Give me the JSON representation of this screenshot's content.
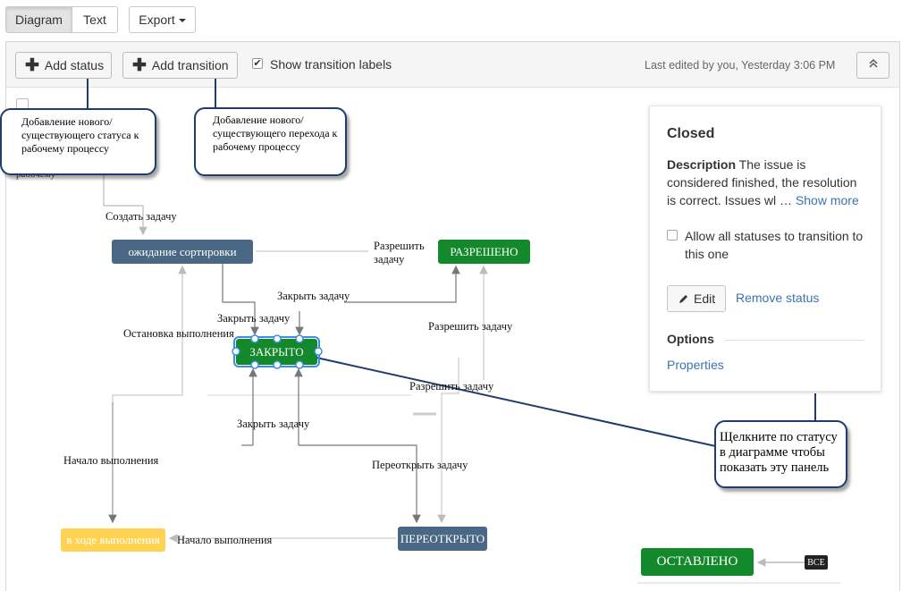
{
  "view_tabs": {
    "diagram": "Diagram",
    "text": "Text",
    "export": "Export"
  },
  "toolbar": {
    "add_status": "Add status",
    "add_transition": "Add transition",
    "show_labels": "Show transition labels",
    "show_labels_checked": true,
    "last_edited": "Last edited by you, Yesterday 3:06 PM"
  },
  "nodes": {
    "waiting": "ожидание сортировки",
    "resolved": "РАЗРЕШЕНО",
    "closed": "ЗАКРЫТО",
    "in_progress": "в ходе выполнения",
    "reopened": "ПЕРЕОТКРЫТО",
    "left": "ОСТАВЛЕНО",
    "all": "ВСЕ"
  },
  "transitions": {
    "create": "Создать задачу",
    "resolve_1": "Разрешить",
    "resolve_2": "задачу",
    "close_1": "Закрыть задачу",
    "close_2": "Закрыть задачу",
    "stop": "Остановка выполнения",
    "resolve_3": "Разрешить задачу",
    "resolve_4": "Разрешить задачу",
    "close_3": "Закрыть задачу",
    "start_1": "Начало выполнения",
    "reopen": "Переоткрыть задачу",
    "start_2": "Начало выполнения",
    "partial": "рабочему"
  },
  "panel": {
    "title": "Closed",
    "desc_label": "Description",
    "desc_text": " The issue is considered finished, the resolution is correct. Issues wl",
    "ellipsis": "…",
    "show_more": "Show more",
    "allow_all": "Allow all statuses to transition to this one",
    "edit": "Edit",
    "remove": "Remove status",
    "options": "Options",
    "properties": "Properties"
  },
  "callouts": {
    "status": "Добавление нового/ существующего статуса к рабочему процессу",
    "transition": "Добавление нового/существующего перехода к рабочему процессу",
    "panel": "Щелкните по статусу в диаграмме  чтобы показать эту панель"
  },
  "colors": {
    "blue_status": "#4a6785",
    "green_status": "#14892c",
    "yellow_status": "#ffd351",
    "link": "#3b73af",
    "callout_border": "#1f3c6e"
  }
}
